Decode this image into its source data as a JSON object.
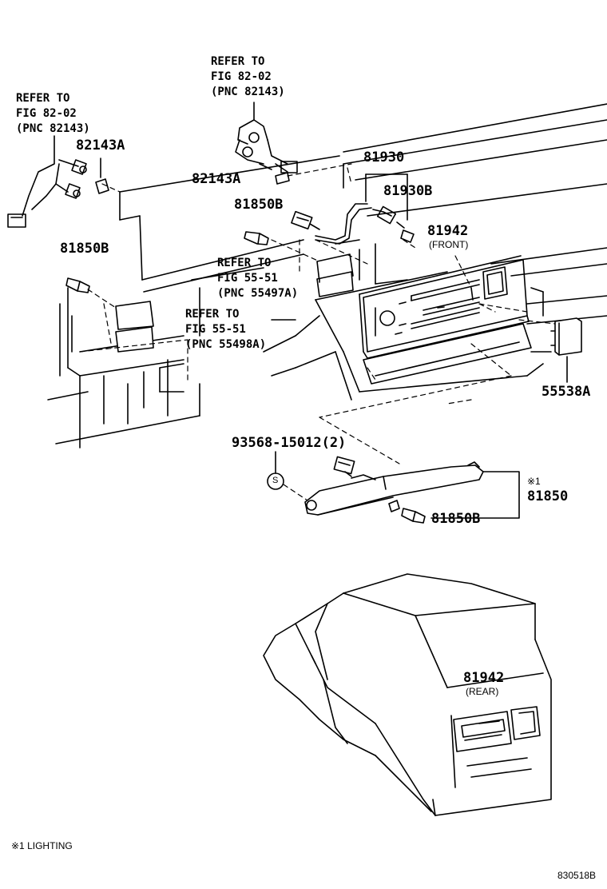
{
  "refs": {
    "r1": [
      "REFER TO",
      "FIG 82-02",
      "(PNC 82143)"
    ],
    "r2": [
      "REFER TO",
      "FIG 82-02",
      "(PNC 82143)"
    ],
    "r3": [
      "REFER TO",
      "FIG 55-51",
      "(PNC 55497A)"
    ],
    "r4": [
      "REFER TO",
      "FIG 55-51",
      "(PNC 55498A)"
    ]
  },
  "parts": {
    "p82143a_left": "82143A",
    "p82143a_mid": "82143A",
    "p81850b_upper": "81850B",
    "p81850b_left": "81850B",
    "p81850b_lower": "81850B",
    "p81930": "81930",
    "p81930b": "81930B",
    "p81942_front": "81942",
    "front_note": "(FRONT)",
    "p55538a": "55538A",
    "p93568": "93568-15012(2)",
    "p81850": "81850",
    "p81942_rear": "81942",
    "rear_note": "(REAR)",
    "lighting_mark": "※1",
    "screw_symbol": "S"
  },
  "footnote": "※1 LIGHTING",
  "figure_code": "830518B"
}
